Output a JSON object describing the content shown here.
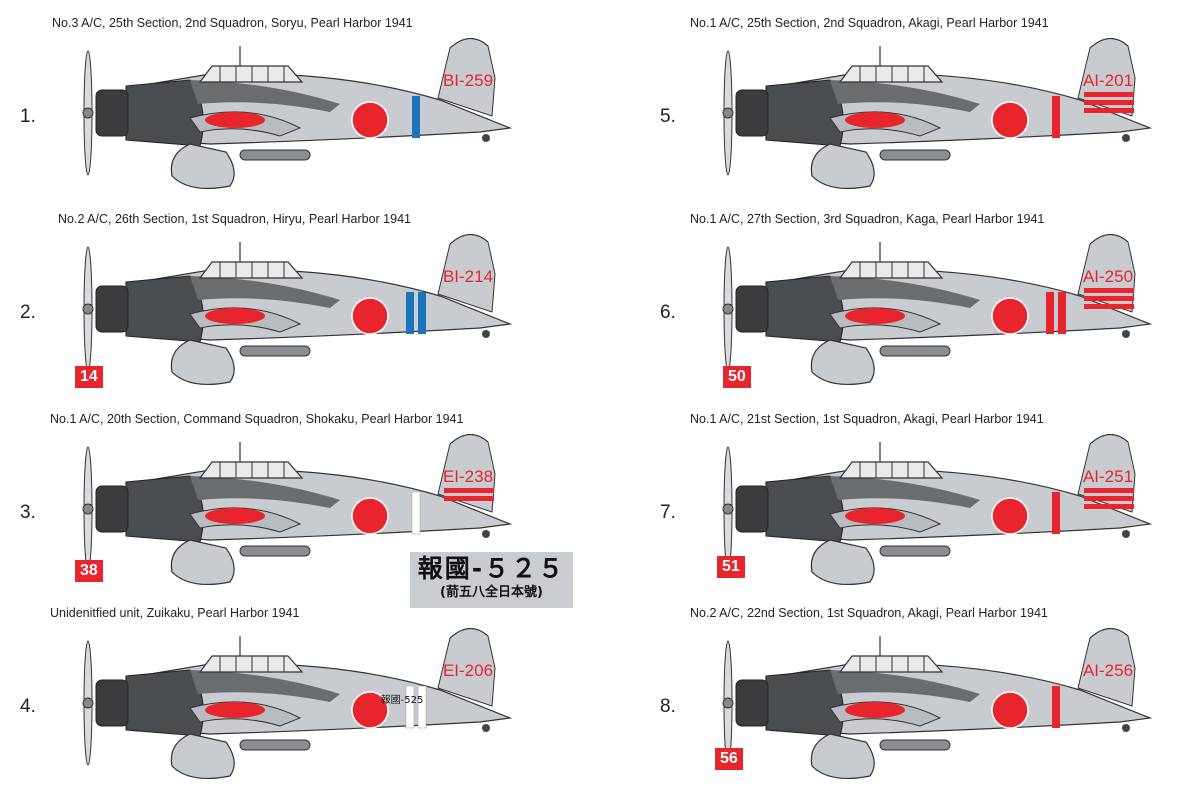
{
  "colors": {
    "fuselage": "#c8ccd1",
    "cowling": "#4a4d50",
    "hinomaru": "#e8242c",
    "blue_band": "#1b75b8",
    "white_band": "#ffffff"
  },
  "plates": [
    {
      "index": "1.",
      "caption": "No.3 A/C, 25th Section, 2nd Squadron, Soryu, Pearl Harbor 1941",
      "tail_code": "BI-259",
      "fuselage_band": "single-blue",
      "tail_stripes": 0,
      "badge": ""
    },
    {
      "index": "2.",
      "caption": "No.2 A/C, 26th Section, 1st Squadron, Hiryu, Pearl Harbor 1941",
      "tail_code": "BI-214",
      "fuselage_band": "double-blue",
      "tail_stripes": 0,
      "badge": "14"
    },
    {
      "index": "3.",
      "caption": "No.1 A/C, 20th Section, Command Squadron, Shokaku, Pearl Harbor 1941",
      "tail_code": "EI-238",
      "fuselage_band": "single-white",
      "tail_stripes": 2,
      "badge": "38"
    },
    {
      "index": "4.",
      "caption": "Unidenitfied unit, Zuikaku, Pearl Harbor 1941",
      "tail_code": "EI-206",
      "fuselage_band": "double-white",
      "tail_stripes": 0,
      "badge": "",
      "fuselage_text": "報國-525"
    },
    {
      "index": "5.",
      "caption": "No.1 A/C, 25th Section, 2nd Squadron, Akagi, Pearl Harbor 1941",
      "tail_code": "AI-201",
      "fuselage_band": "single-red",
      "tail_stripes": 3,
      "badge": ""
    },
    {
      "index": "6.",
      "caption": "No.1 A/C, 27th Section, 3rd Squadron, Kaga, Pearl Harbor 1941",
      "tail_code": "AI-250",
      "fuselage_band": "double-red",
      "tail_stripes": 3,
      "badge": "50"
    },
    {
      "index": "7.",
      "caption": "No.1 A/C, 21st Section, 1st Squadron, Akagi, Pearl Harbor 1941",
      "tail_code": "AI-251",
      "fuselage_band": "single-red",
      "tail_stripes": 3,
      "badge": "51"
    },
    {
      "index": "8.",
      "caption": "No.2 A/C, 22nd Section, 1st Squadron, Akagi, Pearl Harbor 1941",
      "tail_code": "AI-256",
      "fuselage_band": "single-red",
      "tail_stripes": 0,
      "badge": "56"
    }
  ],
  "stencil": {
    "line1": "報國-５２５",
    "line2": "(葥五八全日本號)"
  }
}
